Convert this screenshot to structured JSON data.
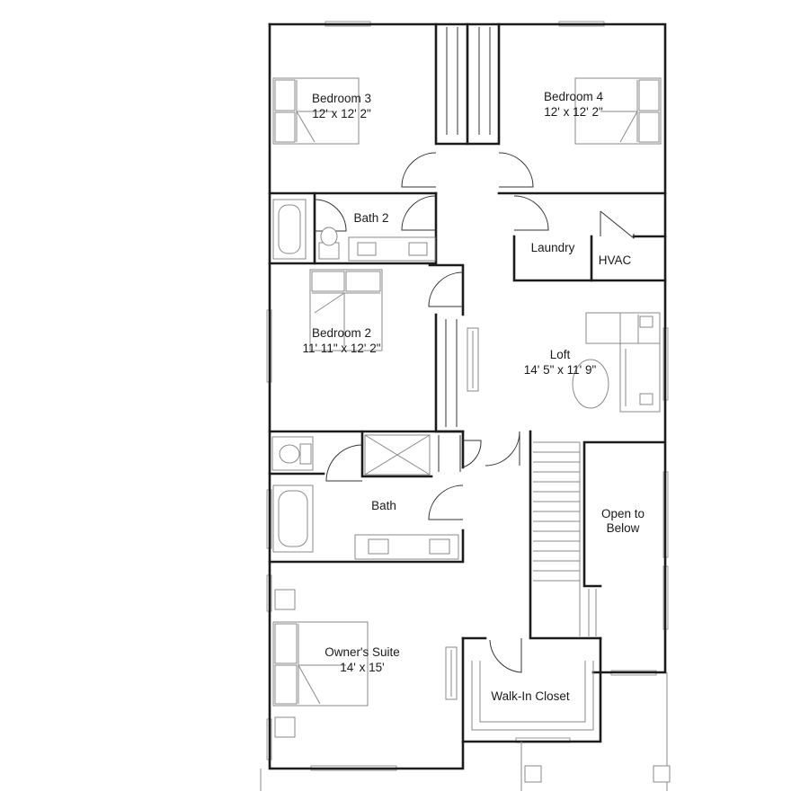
{
  "rooms": {
    "bedroom3": {
      "name": "Bedroom 3",
      "dims": "12' x 12' 2\""
    },
    "bedroom4": {
      "name": "Bedroom 4",
      "dims": "12' x 12' 2\""
    },
    "bath2": {
      "name": "Bath 2"
    },
    "laundry": {
      "name": "Laundry"
    },
    "hvac": {
      "name": "HVAC"
    },
    "bedroom2": {
      "name": "Bedroom 2",
      "dims": "11' 11\" x 12' 2\""
    },
    "loft": {
      "name": "Loft",
      "dims": "14' 5\" x 11' 9\""
    },
    "bath": {
      "name": "Bath"
    },
    "open_to_below": {
      "line1": "Open to",
      "line2": "Below"
    },
    "owners_suite": {
      "name": "Owner's Suite",
      "dims": "14' x 15'"
    },
    "walk_in_closet": {
      "name": "Walk-In Closet"
    }
  }
}
